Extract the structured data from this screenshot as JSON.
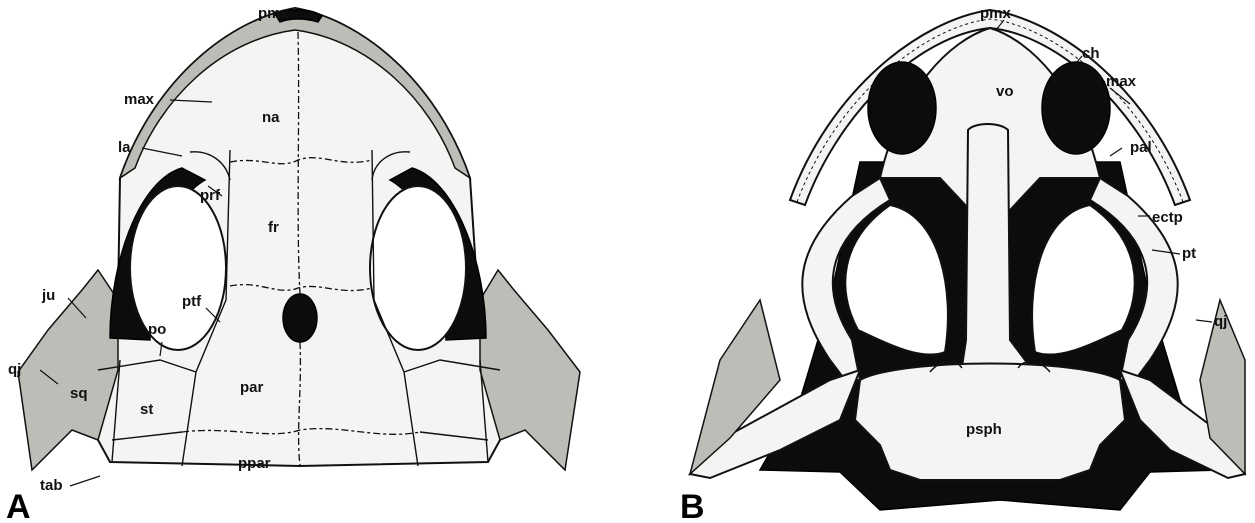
{
  "figure": {
    "panel_a": {
      "letter": "A",
      "labels": {
        "pmx": "pmx",
        "max": "max",
        "na": "na",
        "la": "la",
        "prf": "prf",
        "fr": "fr",
        "ju": "ju",
        "ptf": "ptf",
        "po": "po",
        "qj": "qj",
        "sq": "sq",
        "st": "st",
        "par": "par",
        "tab": "tab",
        "ppar": "ppar"
      }
    },
    "panel_b": {
      "letter": "B",
      "labels": {
        "pmx": "pmx",
        "ch": "ch",
        "vo": "vo",
        "max": "max",
        "pal": "pal",
        "ectp": "ectp",
        "pt": "pt",
        "qj": "qj",
        "psph": "psph"
      }
    }
  }
}
